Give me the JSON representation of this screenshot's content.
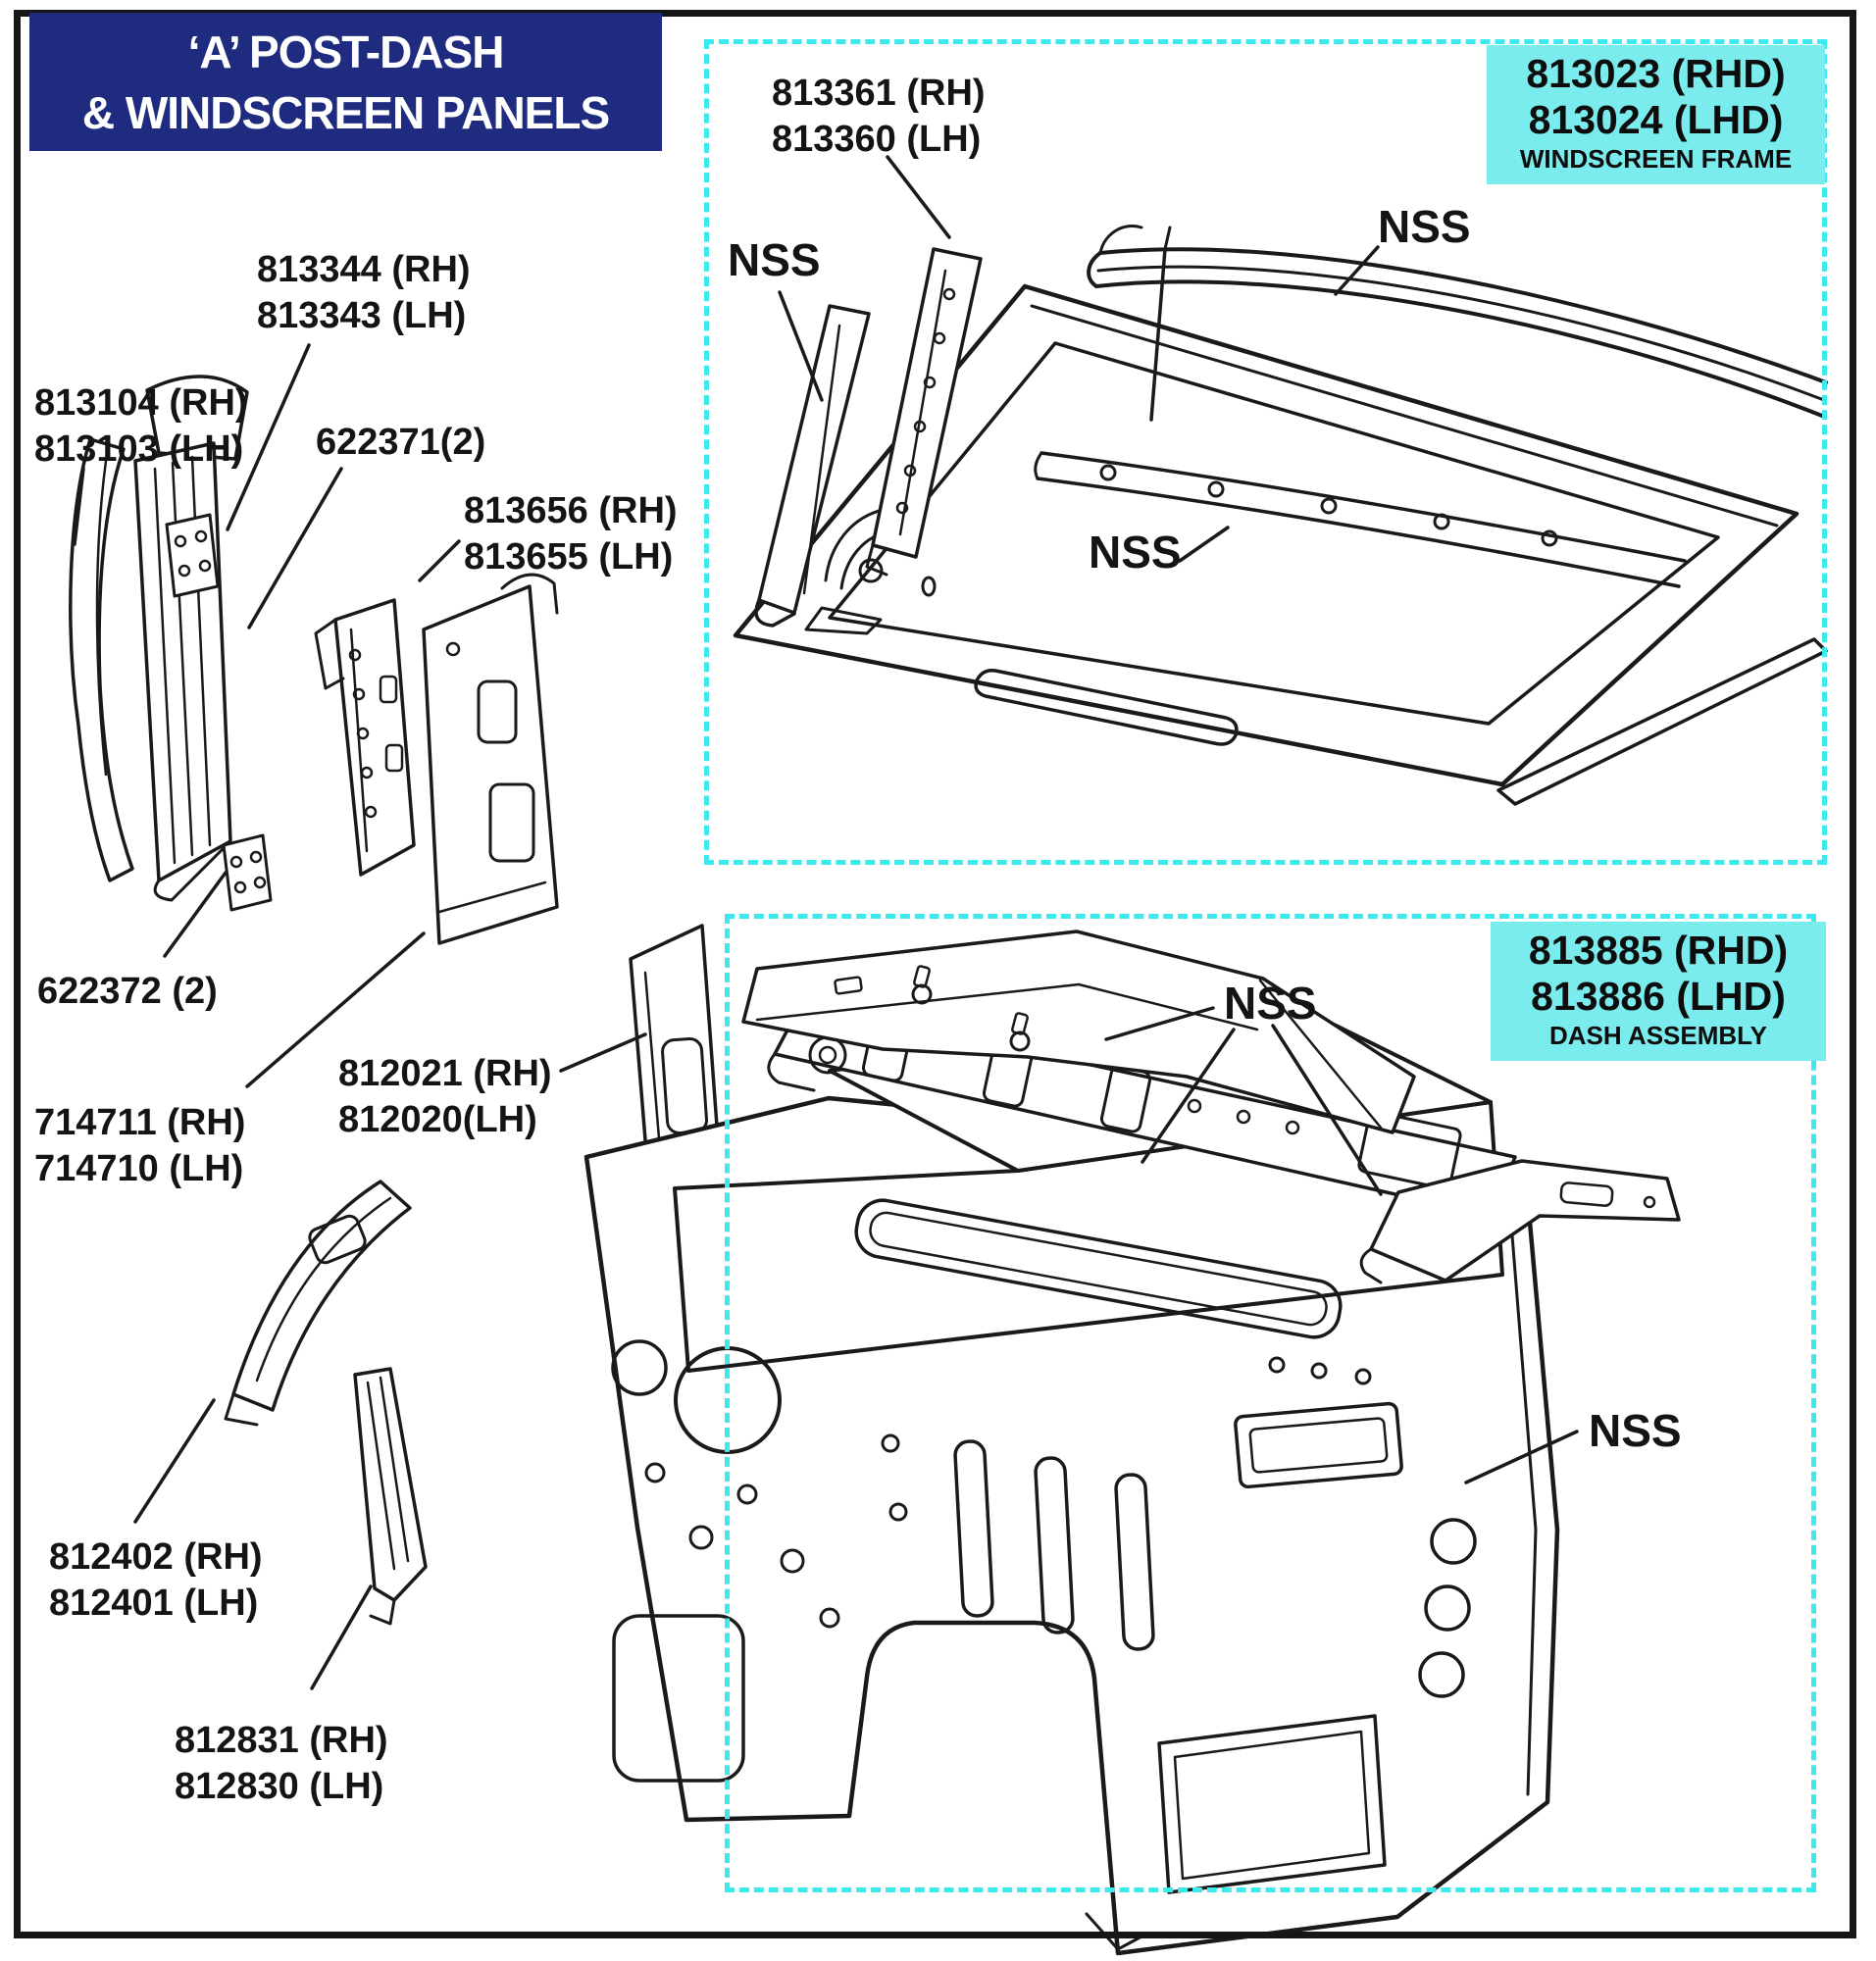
{
  "title_banner": {
    "line1": "‘A’ POST-DASH",
    "line2": "& WINDSCREEN PANELS"
  },
  "assembly_boxes": [
    {
      "id": "windscreen-frame",
      "part_rhd": "813023 (RHD)",
      "part_lhd": "813024 (LHD)",
      "caption": "WINDSCREEN FRAME"
    },
    {
      "id": "dash-assembly",
      "part_rhd": "813885 (RHD)",
      "part_lhd": "813886 (LHD)",
      "caption": "DASH ASSEMBLY"
    }
  ],
  "part_labels": [
    {
      "id": "813361-813360",
      "lines": [
        "813361 (RH)",
        "813360 (LH)"
      ]
    },
    {
      "id": "813344-813343",
      "lines": [
        "813344 (RH)",
        "813343 (LH)"
      ]
    },
    {
      "id": "813104-813103",
      "lines": [
        "813104 (RH)",
        "813103 (LH)"
      ]
    },
    {
      "id": "622371",
      "lines": [
        "622371(2)"
      ]
    },
    {
      "id": "813656-813655",
      "lines": [
        "813656 (RH)",
        "813655 (LH)"
      ]
    },
    {
      "id": "622372",
      "lines": [
        "622372 (2)"
      ]
    },
    {
      "id": "714711-714710",
      "lines": [
        "714711 (RH)",
        "714710 (LH)"
      ]
    },
    {
      "id": "812021-812020",
      "lines": [
        "812021 (RH)",
        "812020(LH)"
      ]
    },
    {
      "id": "812402-812401",
      "lines": [
        "812402 (RH)",
        "812401 (LH)"
      ]
    },
    {
      "id": "812831-812830",
      "lines": [
        "812831 (RH)",
        "812830 (LH)"
      ]
    }
  ],
  "nss_labels": [
    "NSS",
    "NSS",
    "NSS",
    "NSS",
    "NSS"
  ],
  "colors": {
    "banner_bg": "#1f2b7e",
    "highlight_bg": "#7beced",
    "dashed_border": "#3ce9ec",
    "line_art": "#1a1a1a"
  }
}
